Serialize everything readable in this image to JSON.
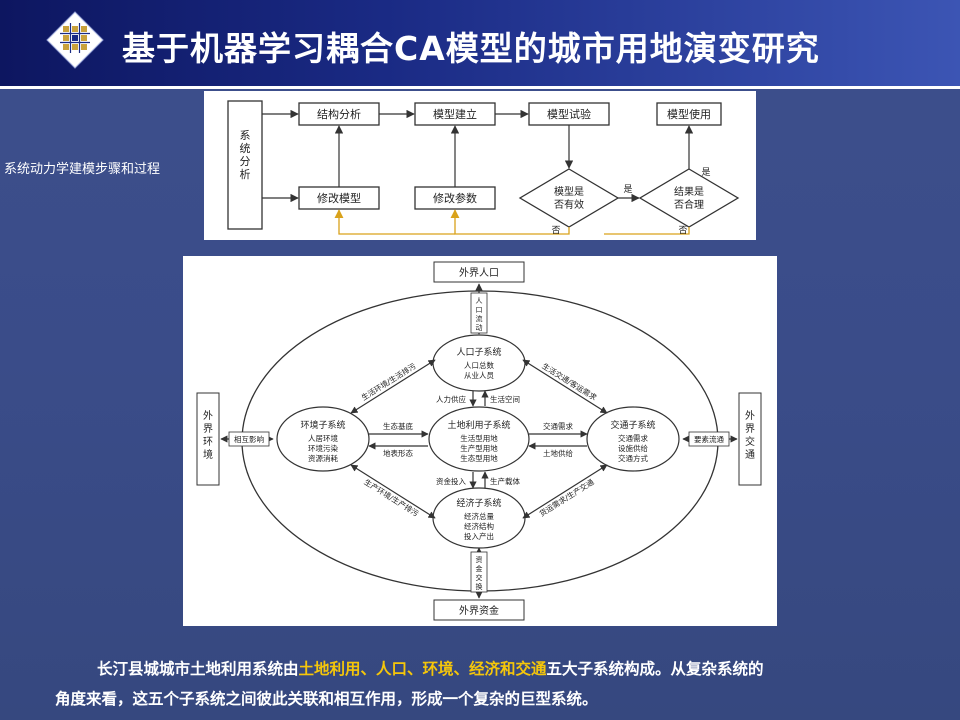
{
  "title": "基于机器学习耦合CA模型的城市用地演变研究",
  "side_label": "系统动力学建模步骤和过程",
  "flow": {
    "system_analysis": [
      "系",
      "统",
      "分",
      "析"
    ],
    "structure": "结构分析",
    "model_build": "模型建立",
    "model_test": "模型试验",
    "model_use": "模型使用",
    "modify_model": "修改模型",
    "modify_params": "修改参数",
    "valid_q1": "模型是",
    "valid_q2": "否有效",
    "reason_q1": "结果是",
    "reason_q2": "否合理",
    "yes1": "是",
    "no1": "否",
    "yes2": "是",
    "no2": "否"
  },
  "system": {
    "ext_pop": "外界人口",
    "ext_fund": "外界资金",
    "ext_env": [
      "外",
      "界",
      "环",
      "境"
    ],
    "ext_traffic": [
      "外",
      "界",
      "交",
      "通"
    ],
    "pop_flow": [
      "人",
      "口",
      "流",
      "动"
    ],
    "fund_exchange": [
      "资",
      "金",
      "交",
      "换"
    ],
    "mutual": "相互影响",
    "factor_flow": "要素流通",
    "pop": {
      "name": "人口子系统",
      "items": [
        "人口总数",
        "从业人员"
      ]
    },
    "land": {
      "name": "土地利用子系统",
      "items": [
        "生活型用地",
        "生产型用地",
        "生态型用地"
      ]
    },
    "env": {
      "name": "环境子系统",
      "items": [
        "人居环境",
        "环境污染",
        "资源消耗"
      ]
    },
    "traffic": {
      "name": "交通子系统",
      "items": [
        "交通需求",
        "设施供给",
        "交通方式"
      ]
    },
    "econ": {
      "name": "经济子系统",
      "items": [
        "经济总量",
        "经济结构",
        "投入产出"
      ]
    },
    "arrow_pop_env": "生活环境/生活排污",
    "arrow_pop_traffic": "生活交通/客运需求",
    "arrow_econ_env": "生产环境/生产排污",
    "arrow_econ_traffic": "货运需求/生产交通",
    "labor_supply": "人力供应",
    "living_space": "生活空间",
    "eco_base": "生态基底",
    "landform": "地表形态",
    "traffic_demand": "交通需求",
    "land_supply": "土地供给",
    "fund_input": "资金投入",
    "prod_carrier": "生产载体"
  },
  "caption": {
    "pre": "长汀县城城市土地利用系统由",
    "hl": "土地利用、人口、环境、经济和交通",
    "post": "五大子系统构成。从复杂系统的",
    "line2": "角度来看，这五个子系统之间彼此关联和相互作用，形成一个复杂的巨型系统。"
  },
  "colors": {
    "header": "#1a2a84",
    "background": "#3a4c89",
    "highlight": "#f5c60a"
  }
}
